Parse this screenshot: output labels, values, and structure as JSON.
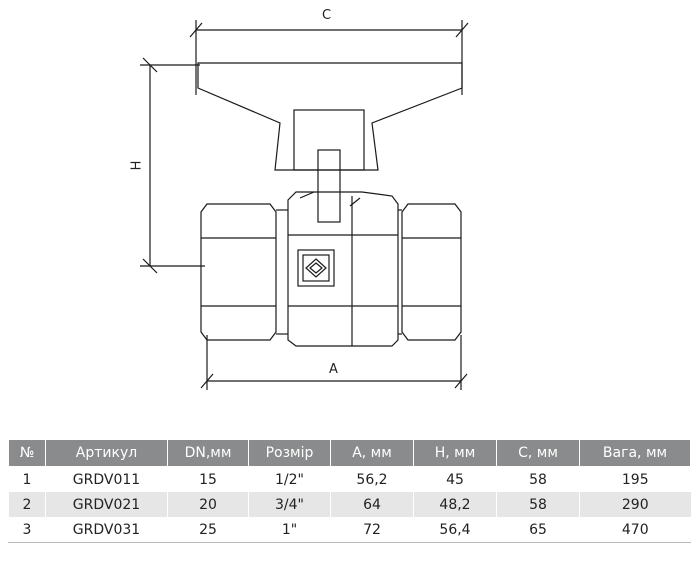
{
  "drawing": {
    "dim_c": "C",
    "dim_h": "H",
    "dim_a": "A"
  },
  "table": {
    "headers": [
      "№",
      "Артикул",
      "DN,мм",
      "Розмір",
      "А, мм",
      "Н, мм",
      "С, мм",
      "Вага, мм"
    ],
    "rows": [
      [
        "1",
        "GRDV011",
        "15",
        "1/2\"",
        "56,2",
        "45",
        "58",
        "195"
      ],
      [
        "2",
        "GRDV021",
        "20",
        "3/4\"",
        "64",
        "48,2",
        "58",
        "290"
      ],
      [
        "3",
        "GRDV031",
        "25",
        "1\"",
        "72",
        "56,4",
        "65",
        "470"
      ]
    ]
  }
}
